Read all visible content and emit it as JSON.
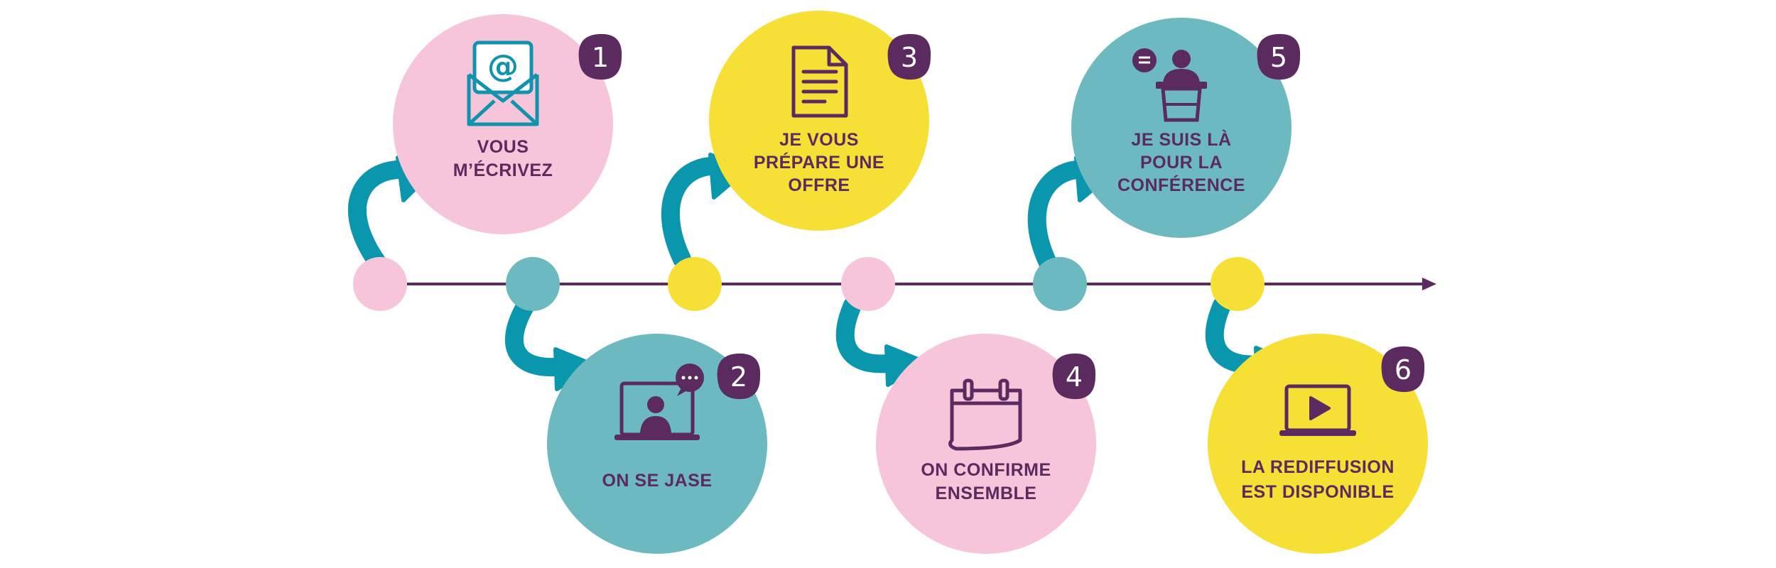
{
  "colors": {
    "pink": "#F7C5DA",
    "teal": "#6CBAC0",
    "yellow": "#F7E035",
    "arrow": "#0A96AD",
    "purple": "#5B2A5E",
    "icon_blue": "#1193AD"
  },
  "timeline": {
    "dots": [
      "pink",
      "teal",
      "yellow",
      "pink",
      "teal",
      "yellow"
    ]
  },
  "steps": [
    {
      "number": "1",
      "color": "pink",
      "icon": "envelope-at-icon",
      "lines": [
        "VOUS",
        "M’ÉCRIVEZ"
      ]
    },
    {
      "number": "2",
      "color": "teal",
      "icon": "video-call-icon",
      "lines": [
        "ON SE JASE"
      ]
    },
    {
      "number": "3",
      "color": "yellow",
      "icon": "document-icon",
      "lines": [
        "JE VOUS",
        "PRÉPARE UNE",
        "OFFRE"
      ]
    },
    {
      "number": "4",
      "color": "pink",
      "icon": "calendar-icon",
      "lines": [
        "ON CONFIRME",
        "ENSEMBLE"
      ]
    },
    {
      "number": "5",
      "color": "teal",
      "icon": "speaker-podium-icon",
      "lines": [
        "JE SUIS LÀ",
        "POUR LA",
        "CONFÉRENCE"
      ]
    },
    {
      "number": "6",
      "color": "yellow",
      "icon": "video-play-icon",
      "lines": [
        "LA REDIFFUSION",
        "EST DISPONIBLE"
      ]
    }
  ]
}
